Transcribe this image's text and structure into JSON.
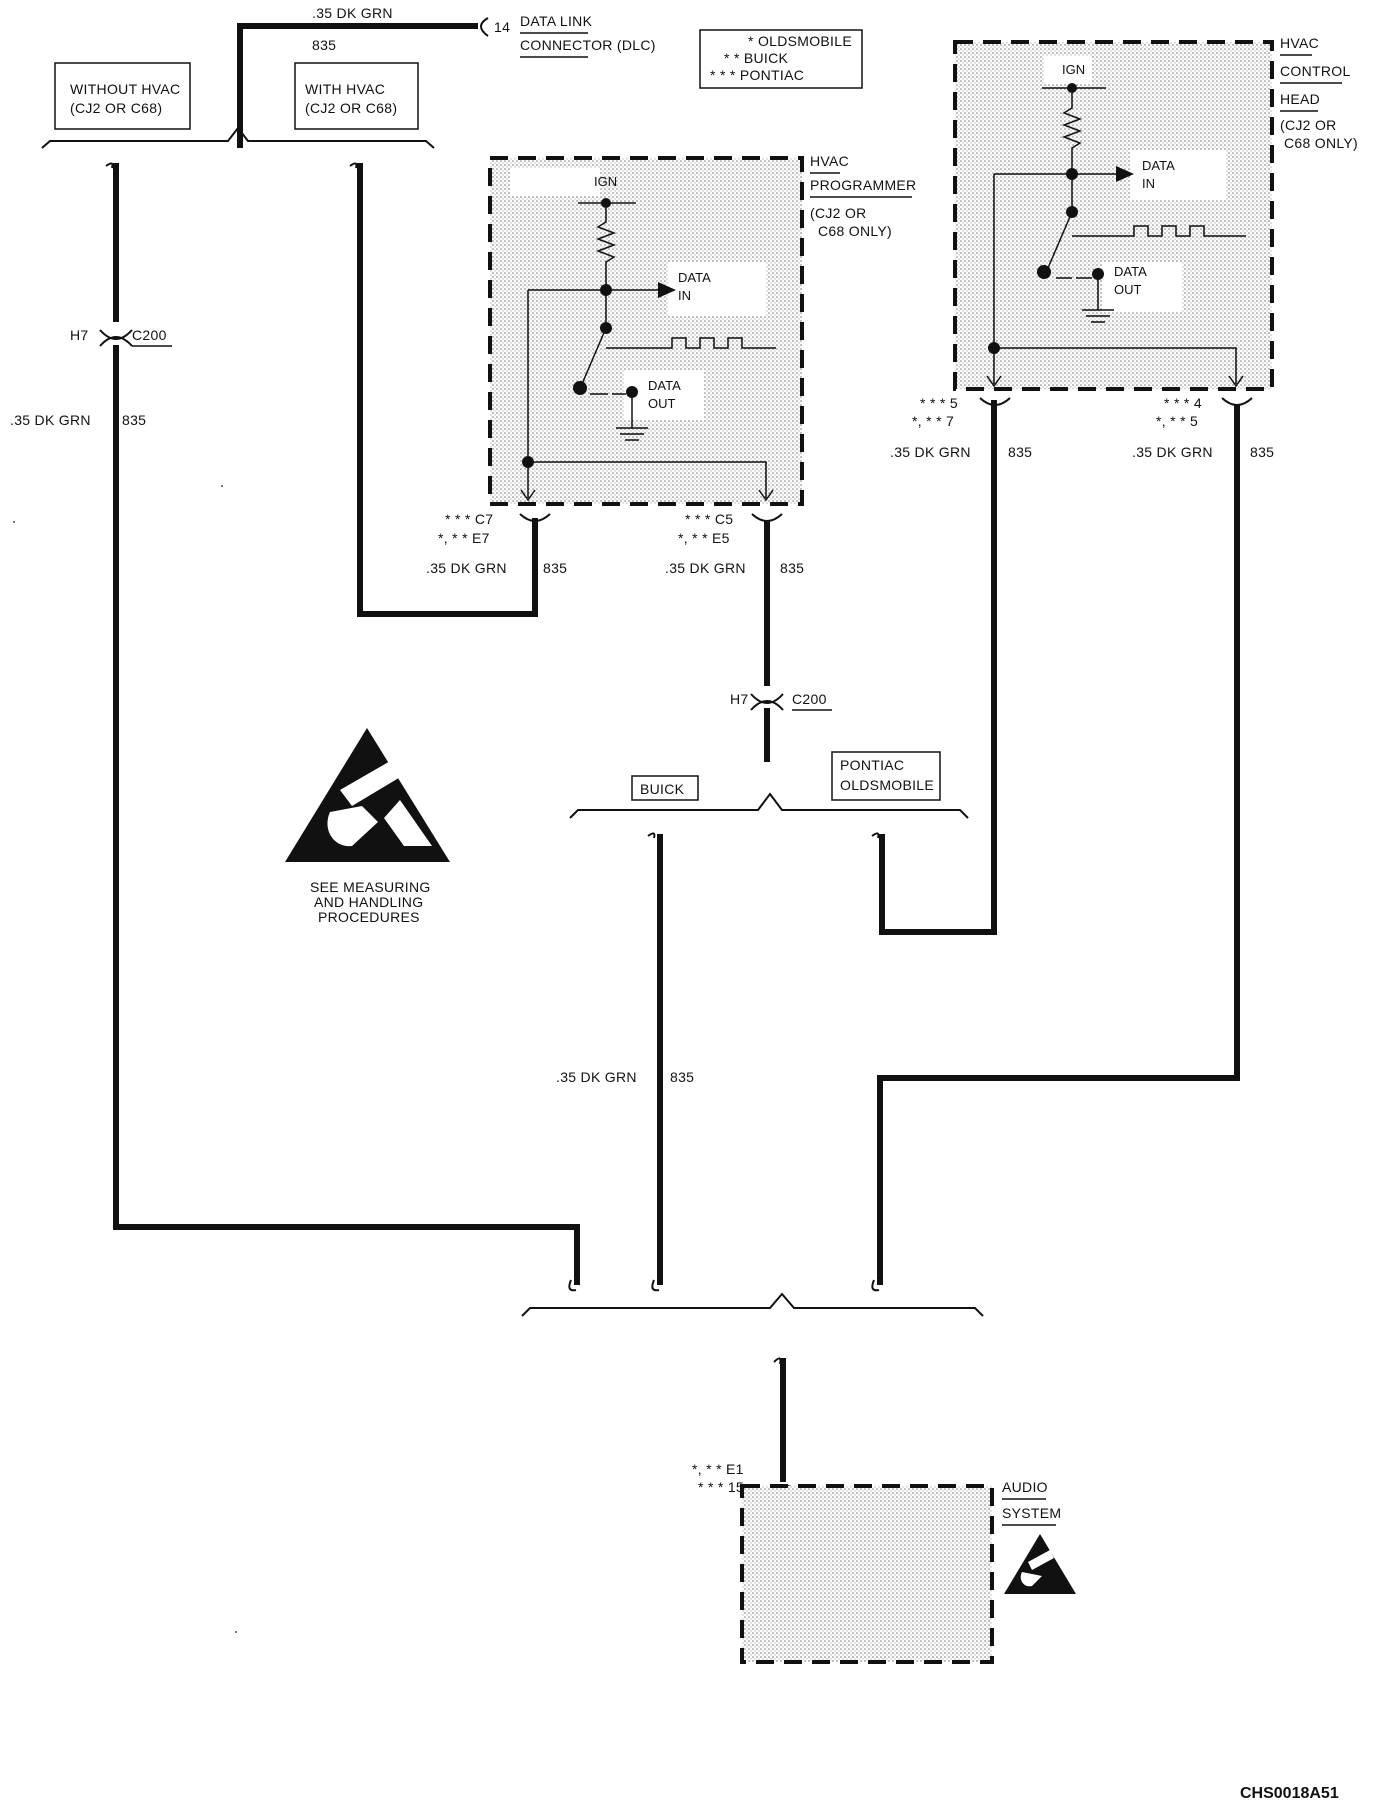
{
  "wire": {
    "gauge": ".35 DK GRN",
    "circuit": "835"
  },
  "dlc": {
    "pin": "14",
    "line1": "DATA LINK",
    "line2": "CONNECTOR (DLC)"
  },
  "legend": {
    "l1": "* OLDSMOBILE",
    "l2": "* * BUICK",
    "l3": "* * * PONTIAC"
  },
  "hvac_option": {
    "without_l1": "WITHOUT HVAC",
    "without_l2": "(CJ2 OR C68)",
    "with_l1": "WITH HVAC",
    "with_l2": "(CJ2 OR C68)"
  },
  "programmer": {
    "name1": "HVAC",
    "name2": "PROGRAMMER",
    "note1": "(CJ2 OR",
    "note2": "C68 ONLY)",
    "ign": "IGN",
    "data_in1": "DATA",
    "data_in2": "IN",
    "data_out1": "DATA",
    "data_out2": "OUT",
    "pin_left1": "* * * C7",
    "pin_left2": "*, * * E7",
    "pin_right1": "* * * C5",
    "pin_right2": "*, * * E5"
  },
  "control_head": {
    "name1": "HVAC",
    "name2": "CONTROL",
    "name3": "HEAD",
    "note1": "(CJ2 OR",
    "note2": "C68 ONLY)",
    "ign": "IGN",
    "data_in1": "DATA",
    "data_in2": "IN",
    "data_out1": "DATA",
    "data_out2": "OUT",
    "pin_left1": "* * * 5",
    "pin_left2": "*, * * 7",
    "pin_right1": "* * * 4",
    "pin_right2": "*, * * 5"
  },
  "c200": {
    "pin": "H7",
    "name": "C200"
  },
  "make_option": {
    "buick": "BUICK",
    "pontiac1": "PONTIAC",
    "pontiac2": "OLDSMOBILE"
  },
  "esd": {
    "l1": "SEE MEASURING",
    "l2": "AND HANDLING",
    "l3": "PROCEDURES"
  },
  "audio": {
    "name1": "AUDIO",
    "name2": "SYSTEM",
    "pin1": "*, * * E1",
    "pin2": "* * * 15"
  },
  "figure_id": "CHS0018A51",
  "colors": {
    "ink": "#111111",
    "shade": "#888888",
    "paper": "#ffffff"
  }
}
